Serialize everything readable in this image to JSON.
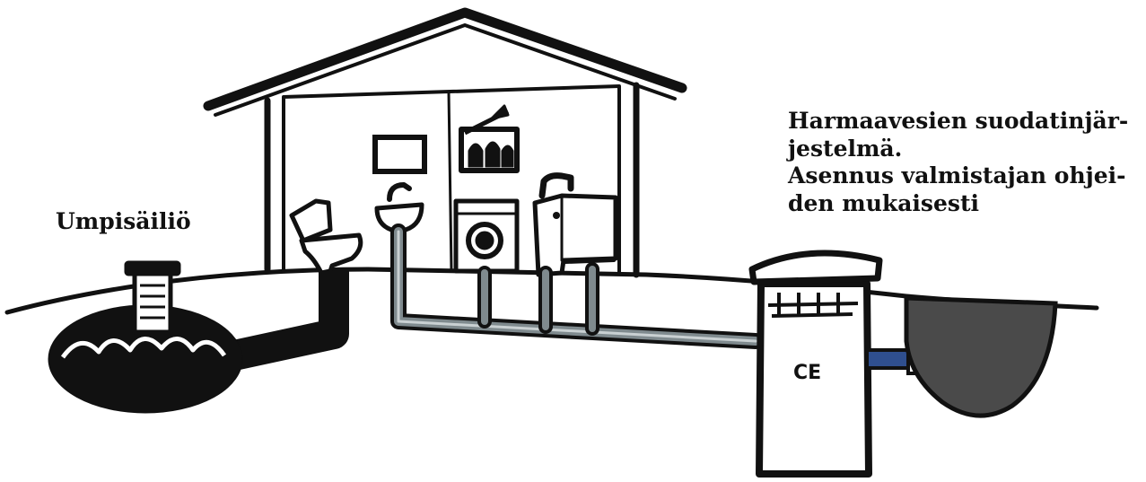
{
  "labels": {
    "holding_tank": "Umpisäiliö",
    "ce_mark": "CE",
    "filter_description": [
      "Harmaavesien suodatinjär-",
      "jestelmä.",
      "Asennus valmistajan ohjei-",
      "den mukaisesti"
    ]
  },
  "colors": {
    "ink": "#111111",
    "pipe": "#7f8a8e",
    "pipe_highlight": "#c9d0d2",
    "blue_outlet": "#2f4f8f",
    "soil_bed": "#4a4a4a",
    "background": "#ffffff"
  }
}
